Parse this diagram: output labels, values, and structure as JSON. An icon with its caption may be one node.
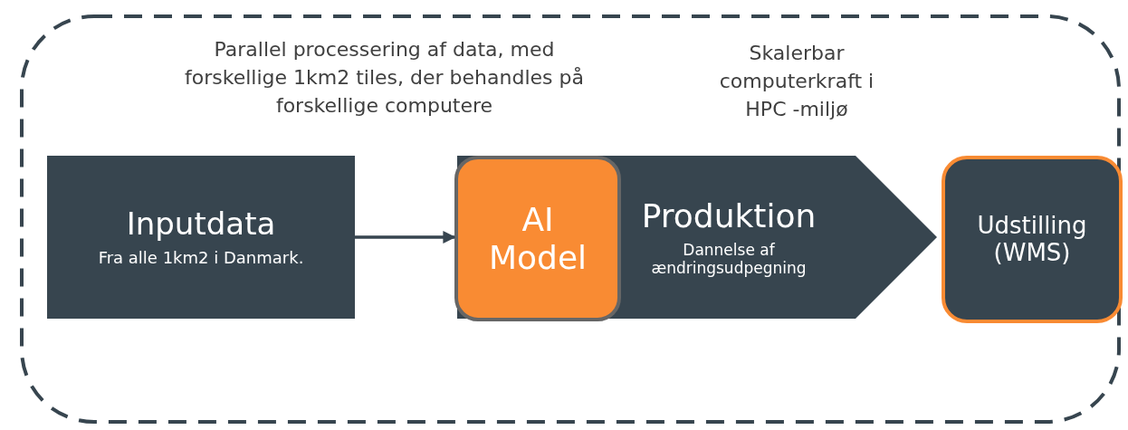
{
  "diagram": {
    "nodes": [
      {
        "text": [],
        "shape": "box"
      },
      {
        "text": [
          "Inputdata",
          "Fra alle 1km2 i Danmark."
        ],
        "in": 0
      },
      {
        "text": [
          "Produktion",
          "Dannelse af ændringsudpegning"
        ],
        "in": 0
      },
      {
        "text": [
          "AI Model"
        ],
        "in": 2
      },
      {
        "text": [
          "Udstilling (WMS)"
        ],
        "in": 0
      }
    ],
    "edges": [
      {
        "from": 1,
        "to": 3,
        "arrow": "to"
      }
    ],
    "labels": [
      "Parallel processering af data, med forskellige 1km2 tiles, der behandles på forskellige computere",
      "Skalerbar computerkraft i HPC -miljø"
    ]
  }
}
